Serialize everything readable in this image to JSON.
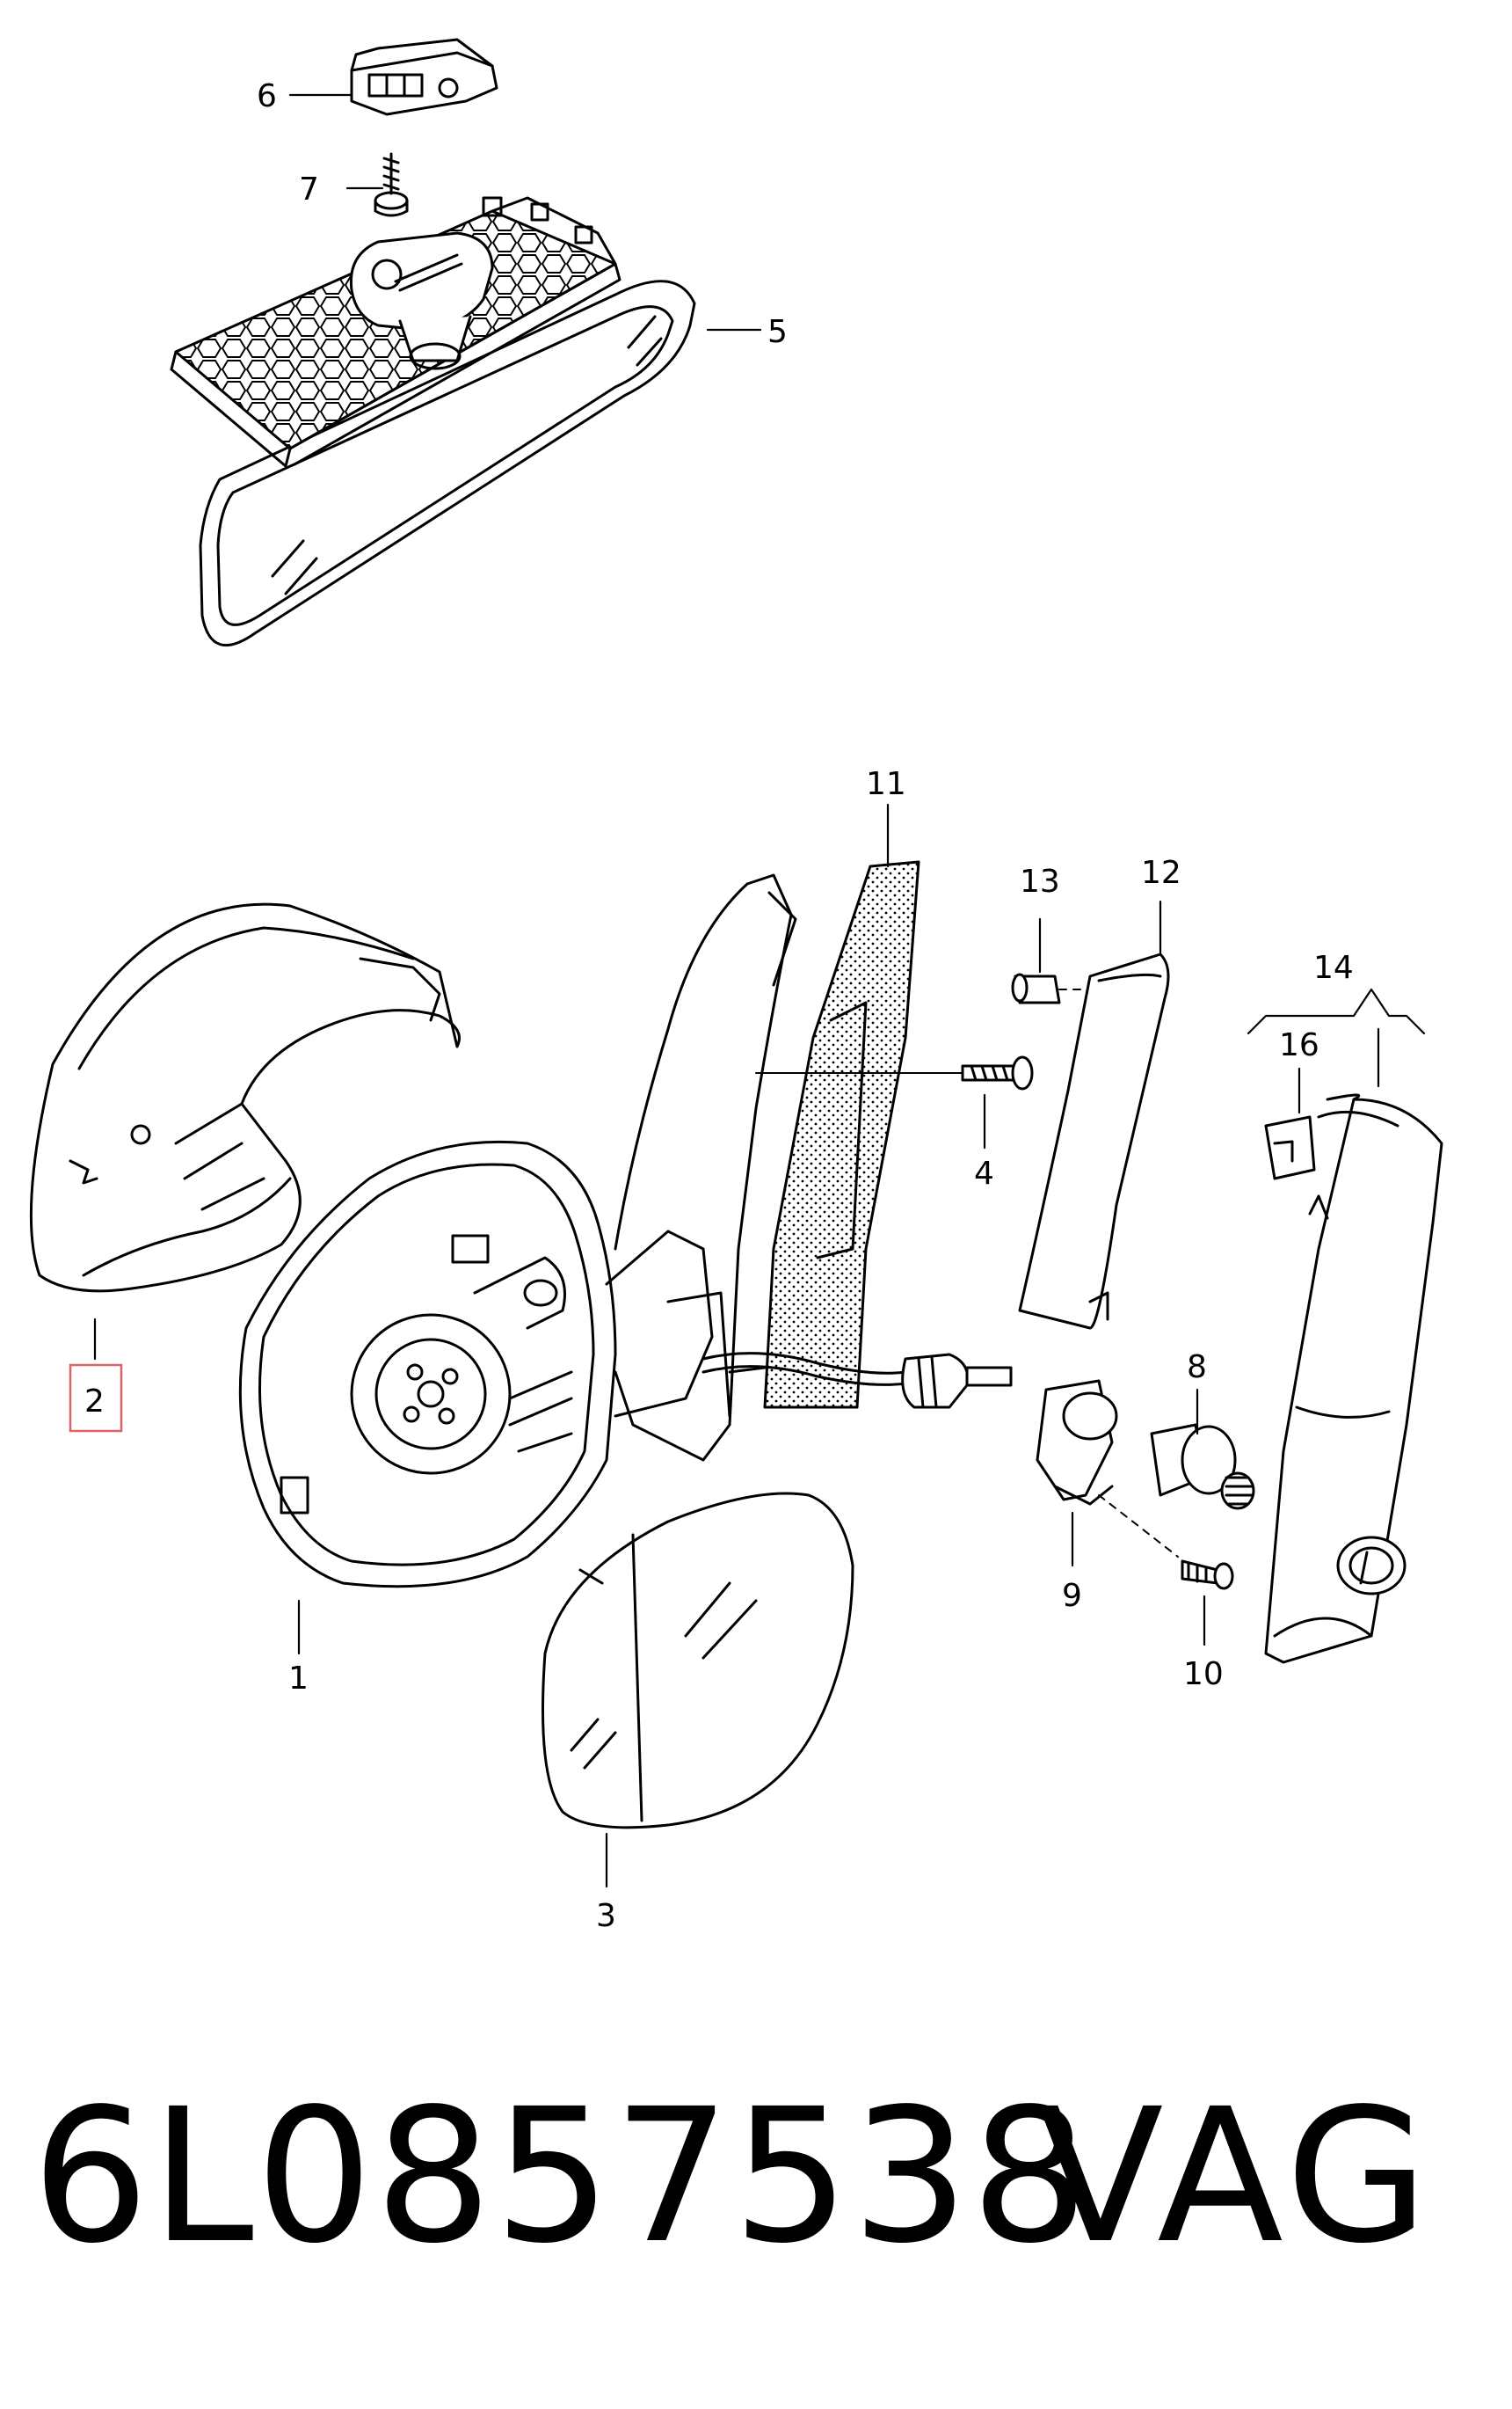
{
  "callouts": {
    "c1": "1",
    "c2": "2",
    "c3": "3",
    "c4": "4",
    "c5": "5",
    "c6": "6",
    "c7": "7",
    "c8": "8",
    "c9": "9",
    "c10": "10",
    "c11": "11",
    "c12": "12",
    "c13": "13",
    "c14": "14",
    "c16": "16"
  },
  "highlight_color": "#e0606a",
  "footer": {
    "part_number": "6L0857538",
    "brand": "VAG"
  }
}
